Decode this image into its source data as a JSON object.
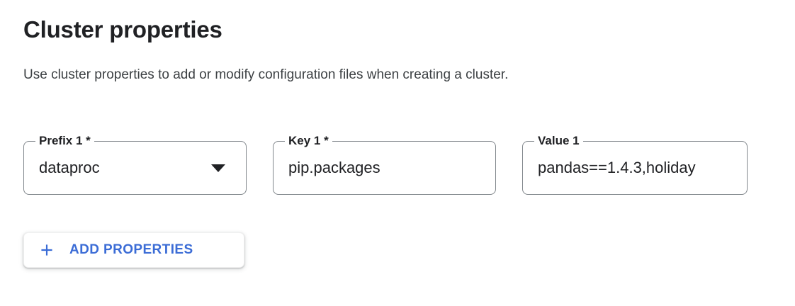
{
  "section": {
    "title": "Cluster properties",
    "description": "Use cluster properties to add or modify configuration files when creating a cluster."
  },
  "properties_form": {
    "row_index": 1,
    "prefix_field": {
      "label": "Prefix 1 *",
      "value": "dataproc",
      "icon": "dropdown-arrow-icon"
    },
    "key_field": {
      "label": "Key 1 *",
      "value": "pip.packages"
    },
    "value_field": {
      "label": "Value 1",
      "value": "pandas==1.4.3,holiday"
    },
    "add_button": {
      "label": "ADD PROPERTIES",
      "icon": "plus-icon"
    }
  },
  "colors": {
    "accent_blue": "#3b6cd6",
    "field_border": "#80868b",
    "text_primary": "#202124",
    "text_secondary": "#3c4043",
    "background": "#ffffff"
  }
}
